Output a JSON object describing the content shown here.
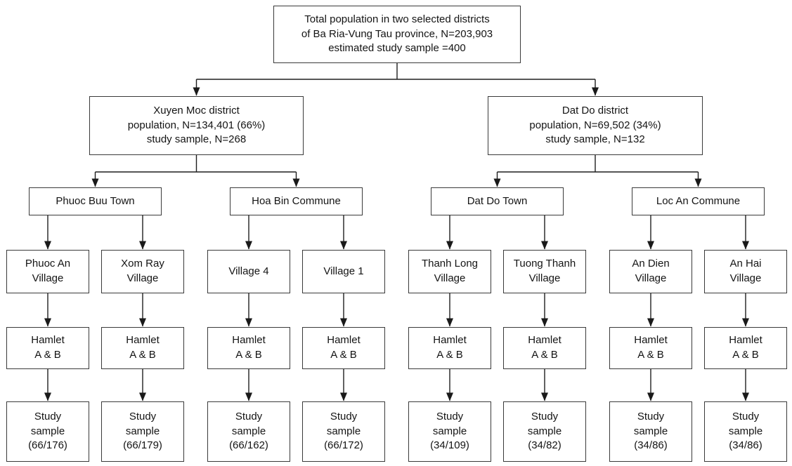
{
  "colors": {
    "background": "#ffffff",
    "box_border": "#3a3a3a",
    "connector_line": "#1f1f1f",
    "text": "#141414"
  },
  "flowchart": {
    "root": "Total population in two selected districts\nof Ba Ria-Vung Tau province, N=203,903\nestimated study sample =400",
    "districts": [
      "Xuyen Moc district\npopulation, N=134,401 (66%)\nstudy sample, N=268",
      "Dat Do district\npopulation, N=69,502 (34%)\nstudy sample, N=132"
    ],
    "communes": [
      "Phuoc Buu Town",
      "Hoa Bin Commune",
      "Dat Do Town",
      "Loc An Commune"
    ],
    "villages": [
      "Phuoc An\nVillage",
      "Xom Ray\nVillage",
      "Village 4",
      "Village 1",
      "Thanh Long\nVillage",
      "Tuong Thanh\nVillage",
      "An Dien\nVillage",
      "An Hai\nVillage"
    ],
    "hamlets": [
      "Hamlet\nA & B",
      "Hamlet\nA & B",
      "Hamlet\nA & B",
      "Hamlet\nA & B",
      "Hamlet\nA & B",
      "Hamlet\nA & B",
      "Hamlet\nA & B",
      "Hamlet\nA & B"
    ],
    "samples": [
      "Study\nsample\n(66/176)",
      "Study\nsample\n(66/179)",
      "Study\nsample\n(66/162)",
      "Study\nsample\n(66/172)",
      "Study\nsample\n(34/109)",
      "Study\nsample\n(34/82)",
      "Study\nsample\n(34/86)",
      "Study\nsample\n(34/86)"
    ]
  }
}
